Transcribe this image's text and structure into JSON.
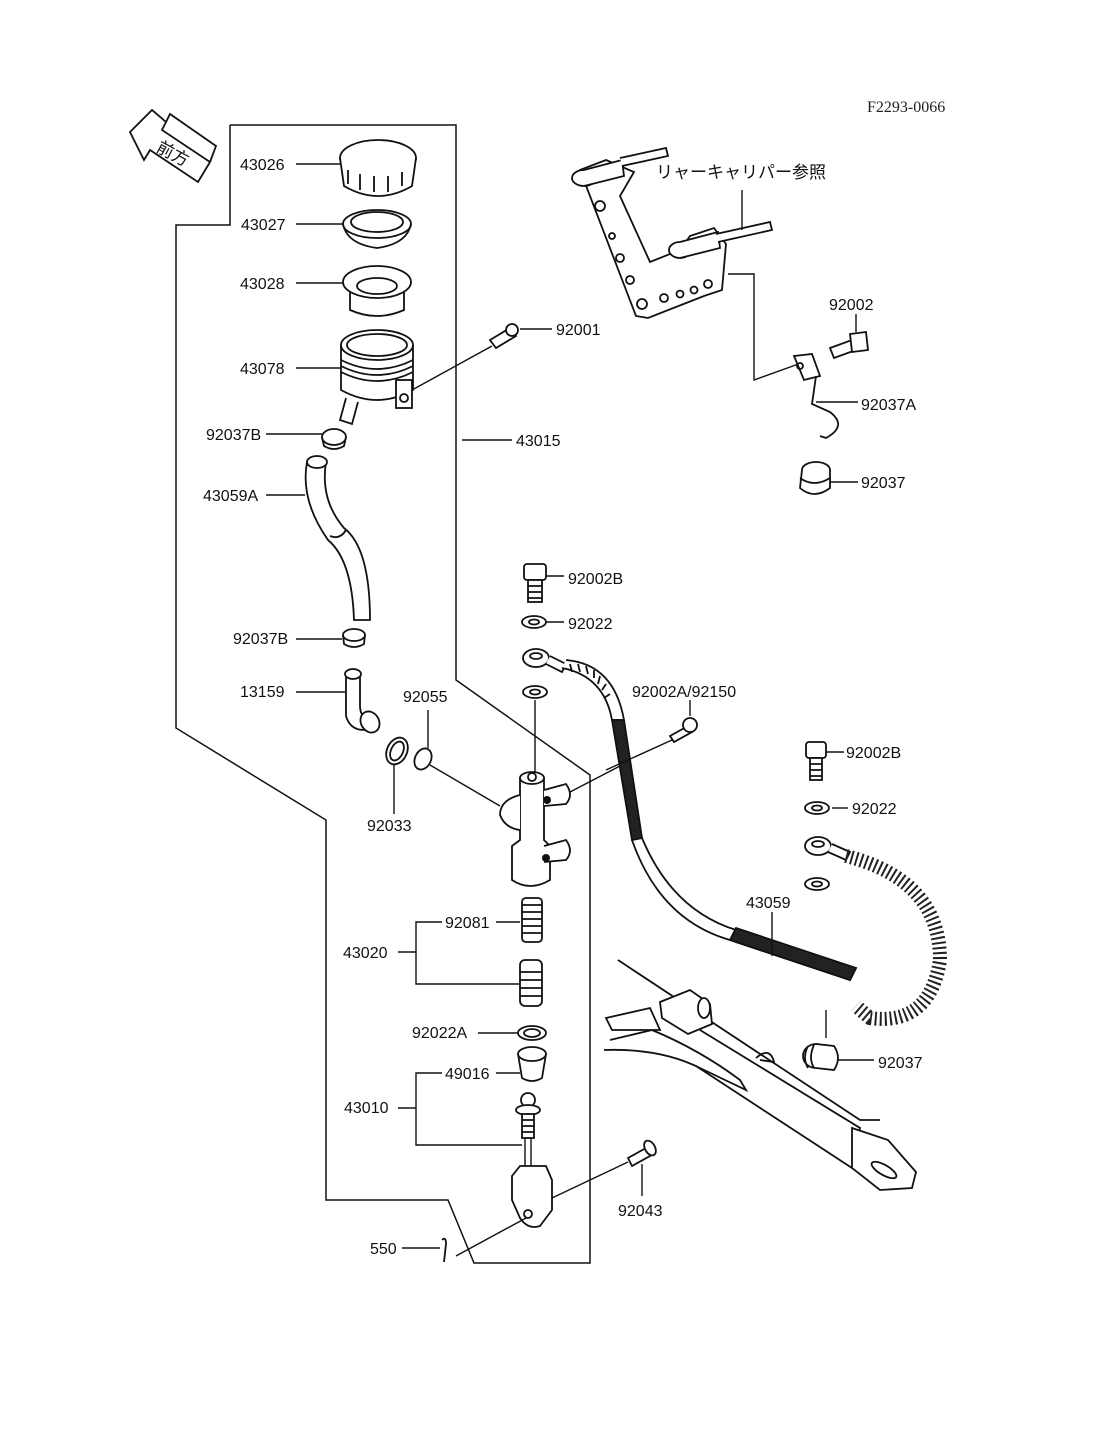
{
  "diagram_code": "F2293-0066",
  "front_arrow": {
    "label": "前方",
    "meaning": "front"
  },
  "rear_caliper_note": "リャーキャリパー参照",
  "parts": {
    "cap": "43026",
    "plate": "43027",
    "diaphragm": "43028",
    "reservoir": "43078",
    "reservoir_bolt": "92001",
    "assembly": "43015",
    "clamp_upper": "92037B",
    "reservoir_hose": "43059A",
    "clamp_lower": "92037B",
    "elbow_fitting": "13159",
    "oring": "92055",
    "seal": "92033",
    "banjo_bolt_left": "92002B",
    "washer_left": "92022",
    "hose_bolt": "92002A/92150",
    "bracket_bolt": "92002",
    "hose_clamp": "92037A",
    "grommet_upper": "92037",
    "banjo_bolt_right": "92002B",
    "washer_right": "92022",
    "brake_hose": "43059",
    "grommet_lower": "92037",
    "piston_assembly": "43020",
    "piston_cup": "92081",
    "circlip": "92022A",
    "push_rod_assembly": "43010",
    "boot": "49016",
    "clevis_pin": "92043",
    "cotter_pin": "550"
  }
}
